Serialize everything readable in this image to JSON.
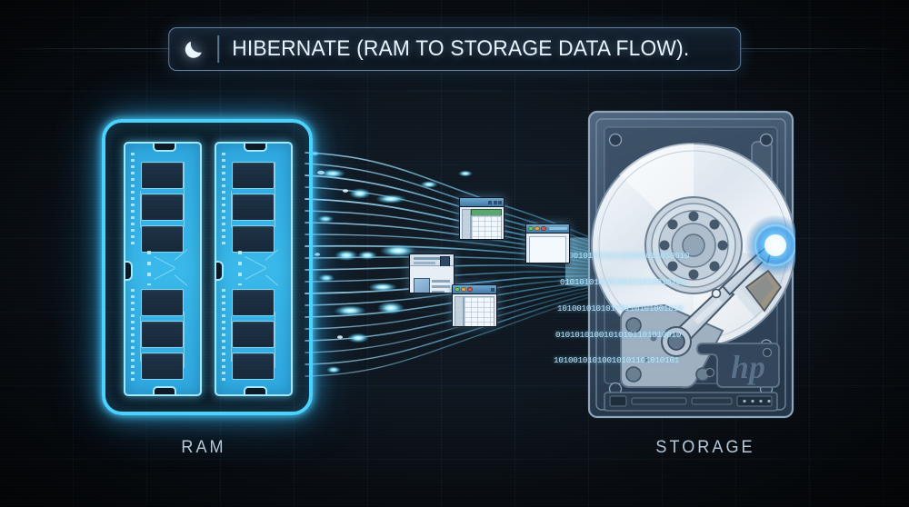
{
  "page": {
    "title": "HIBERNATE (RAM TO STORAGE DATA FLOW).",
    "moon_icon": "crescent-moon-icon",
    "background_color": "#0b131b",
    "accent_color": "#49d2ff",
    "grid_color": "#5896c8"
  },
  "labels": {
    "ram": "RAM",
    "storage": "STORAGE"
  },
  "ram": {
    "module_count": 2,
    "chips_per_module": 6,
    "glow_color": "#49d2ff",
    "pcb_color": "#33aee4"
  },
  "storage": {
    "device": "hard-disk-drive",
    "brand": "hp",
    "platter_color": "#e9eff5",
    "chassis_color": "#3c5168",
    "head_glow_color": "#29a8ff"
  },
  "flow": {
    "direction": "ram-to-storage",
    "stream_color": "#6fd6ff",
    "particle_color": "#9ceeff",
    "stream_count": 16,
    "particle_count": 14
  },
  "binary_stream": {
    "color": "#bfe4f7",
    "rows": [
      "10010100101101001011010010",
      "01010101010100101010010101",
      "10100101010100110101001010",
      "01010101001010101101010010",
      "10100101010010101101010101"
    ]
  },
  "file_icons": [
    {
      "name": "spreadsheet-window-1",
      "type": "spreadsheet",
      "header_color": "#5aa870"
    },
    {
      "name": "document-window",
      "type": "document",
      "header_color": "#3f7aa8"
    },
    {
      "name": "spreadsheet-window-2",
      "type": "spreadsheet",
      "header_color": "#3f7aa8"
    },
    {
      "name": "browser-window",
      "type": "blank-window",
      "header_color": "#3f7aa8"
    }
  ]
}
